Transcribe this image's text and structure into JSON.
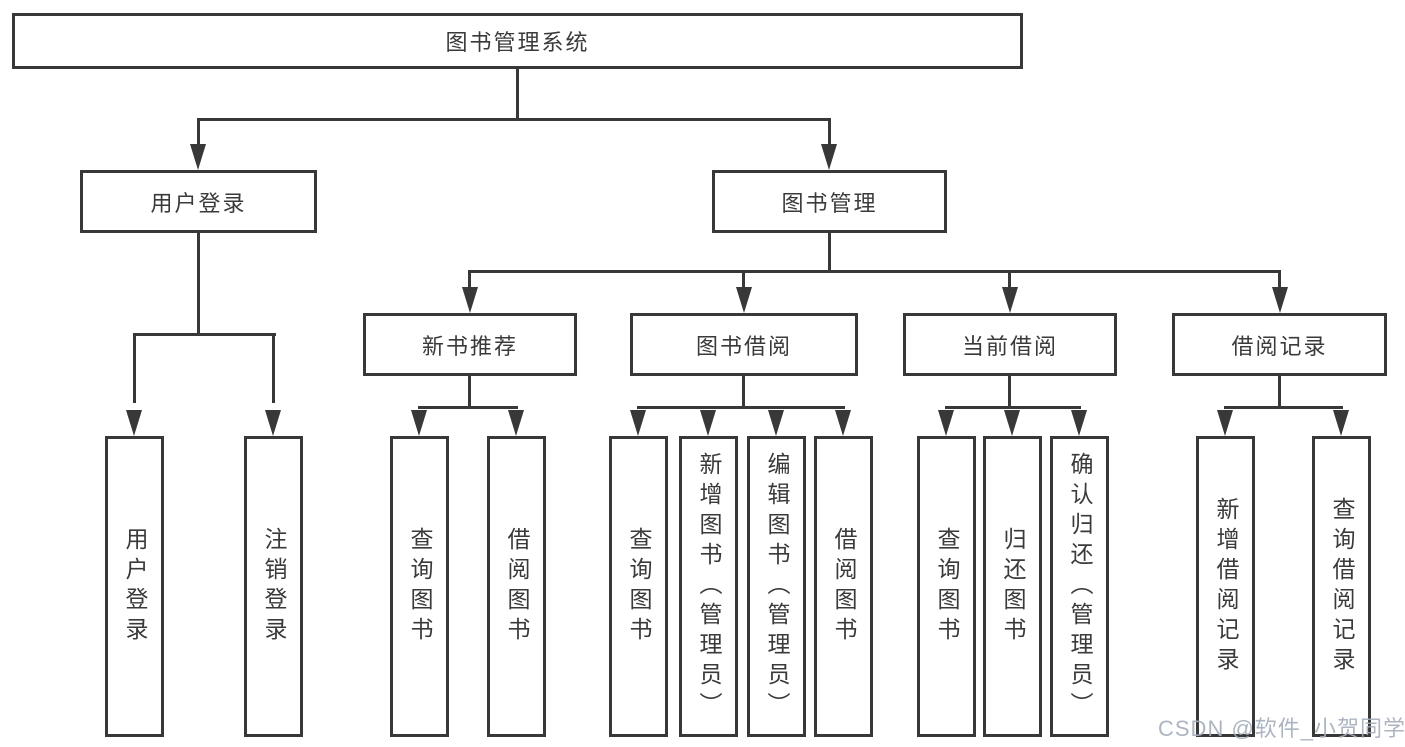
{
  "diagram": {
    "title": "图书管理系统",
    "nodes": {
      "root": "图书管理系统",
      "user_login": "用户登录",
      "book_mgmt": "图书管理",
      "new_books": "新书推荐",
      "book_borrow": "图书借阅",
      "current_borrow": "当前借阅",
      "borrow_records": "借阅记录"
    },
    "leaves": {
      "user_login": [
        "用户登录",
        "注销登录"
      ],
      "new_books": [
        "查询图书",
        "借阅图书"
      ],
      "book_borrow": [
        "查询图书",
        "新增图书（管理员）",
        "编辑图书（管理员）",
        "借阅图书"
      ],
      "current_borrow": [
        "查询图书",
        "归还图书",
        "确认归还（管理员）"
      ],
      "borrow_records": [
        "新增借阅记录",
        "查询借阅记录"
      ]
    },
    "colors": {
      "line": "#383838",
      "text": "#3a3a3a",
      "background": "#ffffff",
      "watermark": "#a4adbb"
    }
  },
  "watermark": "CSDN @软件_小贺同学"
}
